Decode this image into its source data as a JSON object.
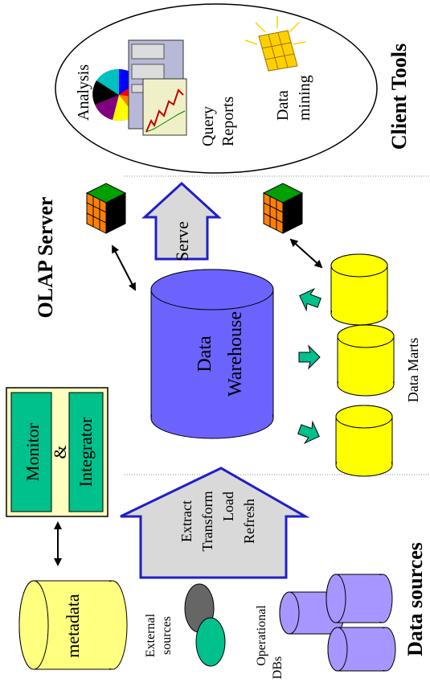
{
  "sections": {
    "client_tools": "Client Tools",
    "olap_server": "OLAP Server",
    "data_sources": "Data sources"
  },
  "client_tools": {
    "analysis": "Analysis",
    "query_reports_line1": "Query",
    "query_reports_line2": "Reports",
    "data_mining_line1": "Data",
    "data_mining_line2": "mining"
  },
  "serve_label": "Serve",
  "data_warehouse_line1": "Data",
  "data_warehouse_line2": "Warehouse",
  "data_marts_label": "Data Marts",
  "monitor_integrator": {
    "monitor": "Monitor",
    "amp": "&",
    "integrator": "Integrator"
  },
  "etl": {
    "line1": "Extract",
    "line2": "Transform",
    "line3": "Load",
    "line4": "Refresh"
  },
  "metadata_label": "metadata",
  "external_sources_line1": "External",
  "external_sources_line2": "sources",
  "operational_dbs_line1": "Operational",
  "operational_dbs_line2": "DBs",
  "colors": {
    "warehouse": "#6c63ff",
    "datamart": "#ffff00",
    "teal": "#00c08c",
    "monitor_bg": "#ffffc0",
    "arrow_fill": "#d9d9d9",
    "arrow_stroke": "#1f1fc8",
    "oper_db": "#a796ff"
  }
}
